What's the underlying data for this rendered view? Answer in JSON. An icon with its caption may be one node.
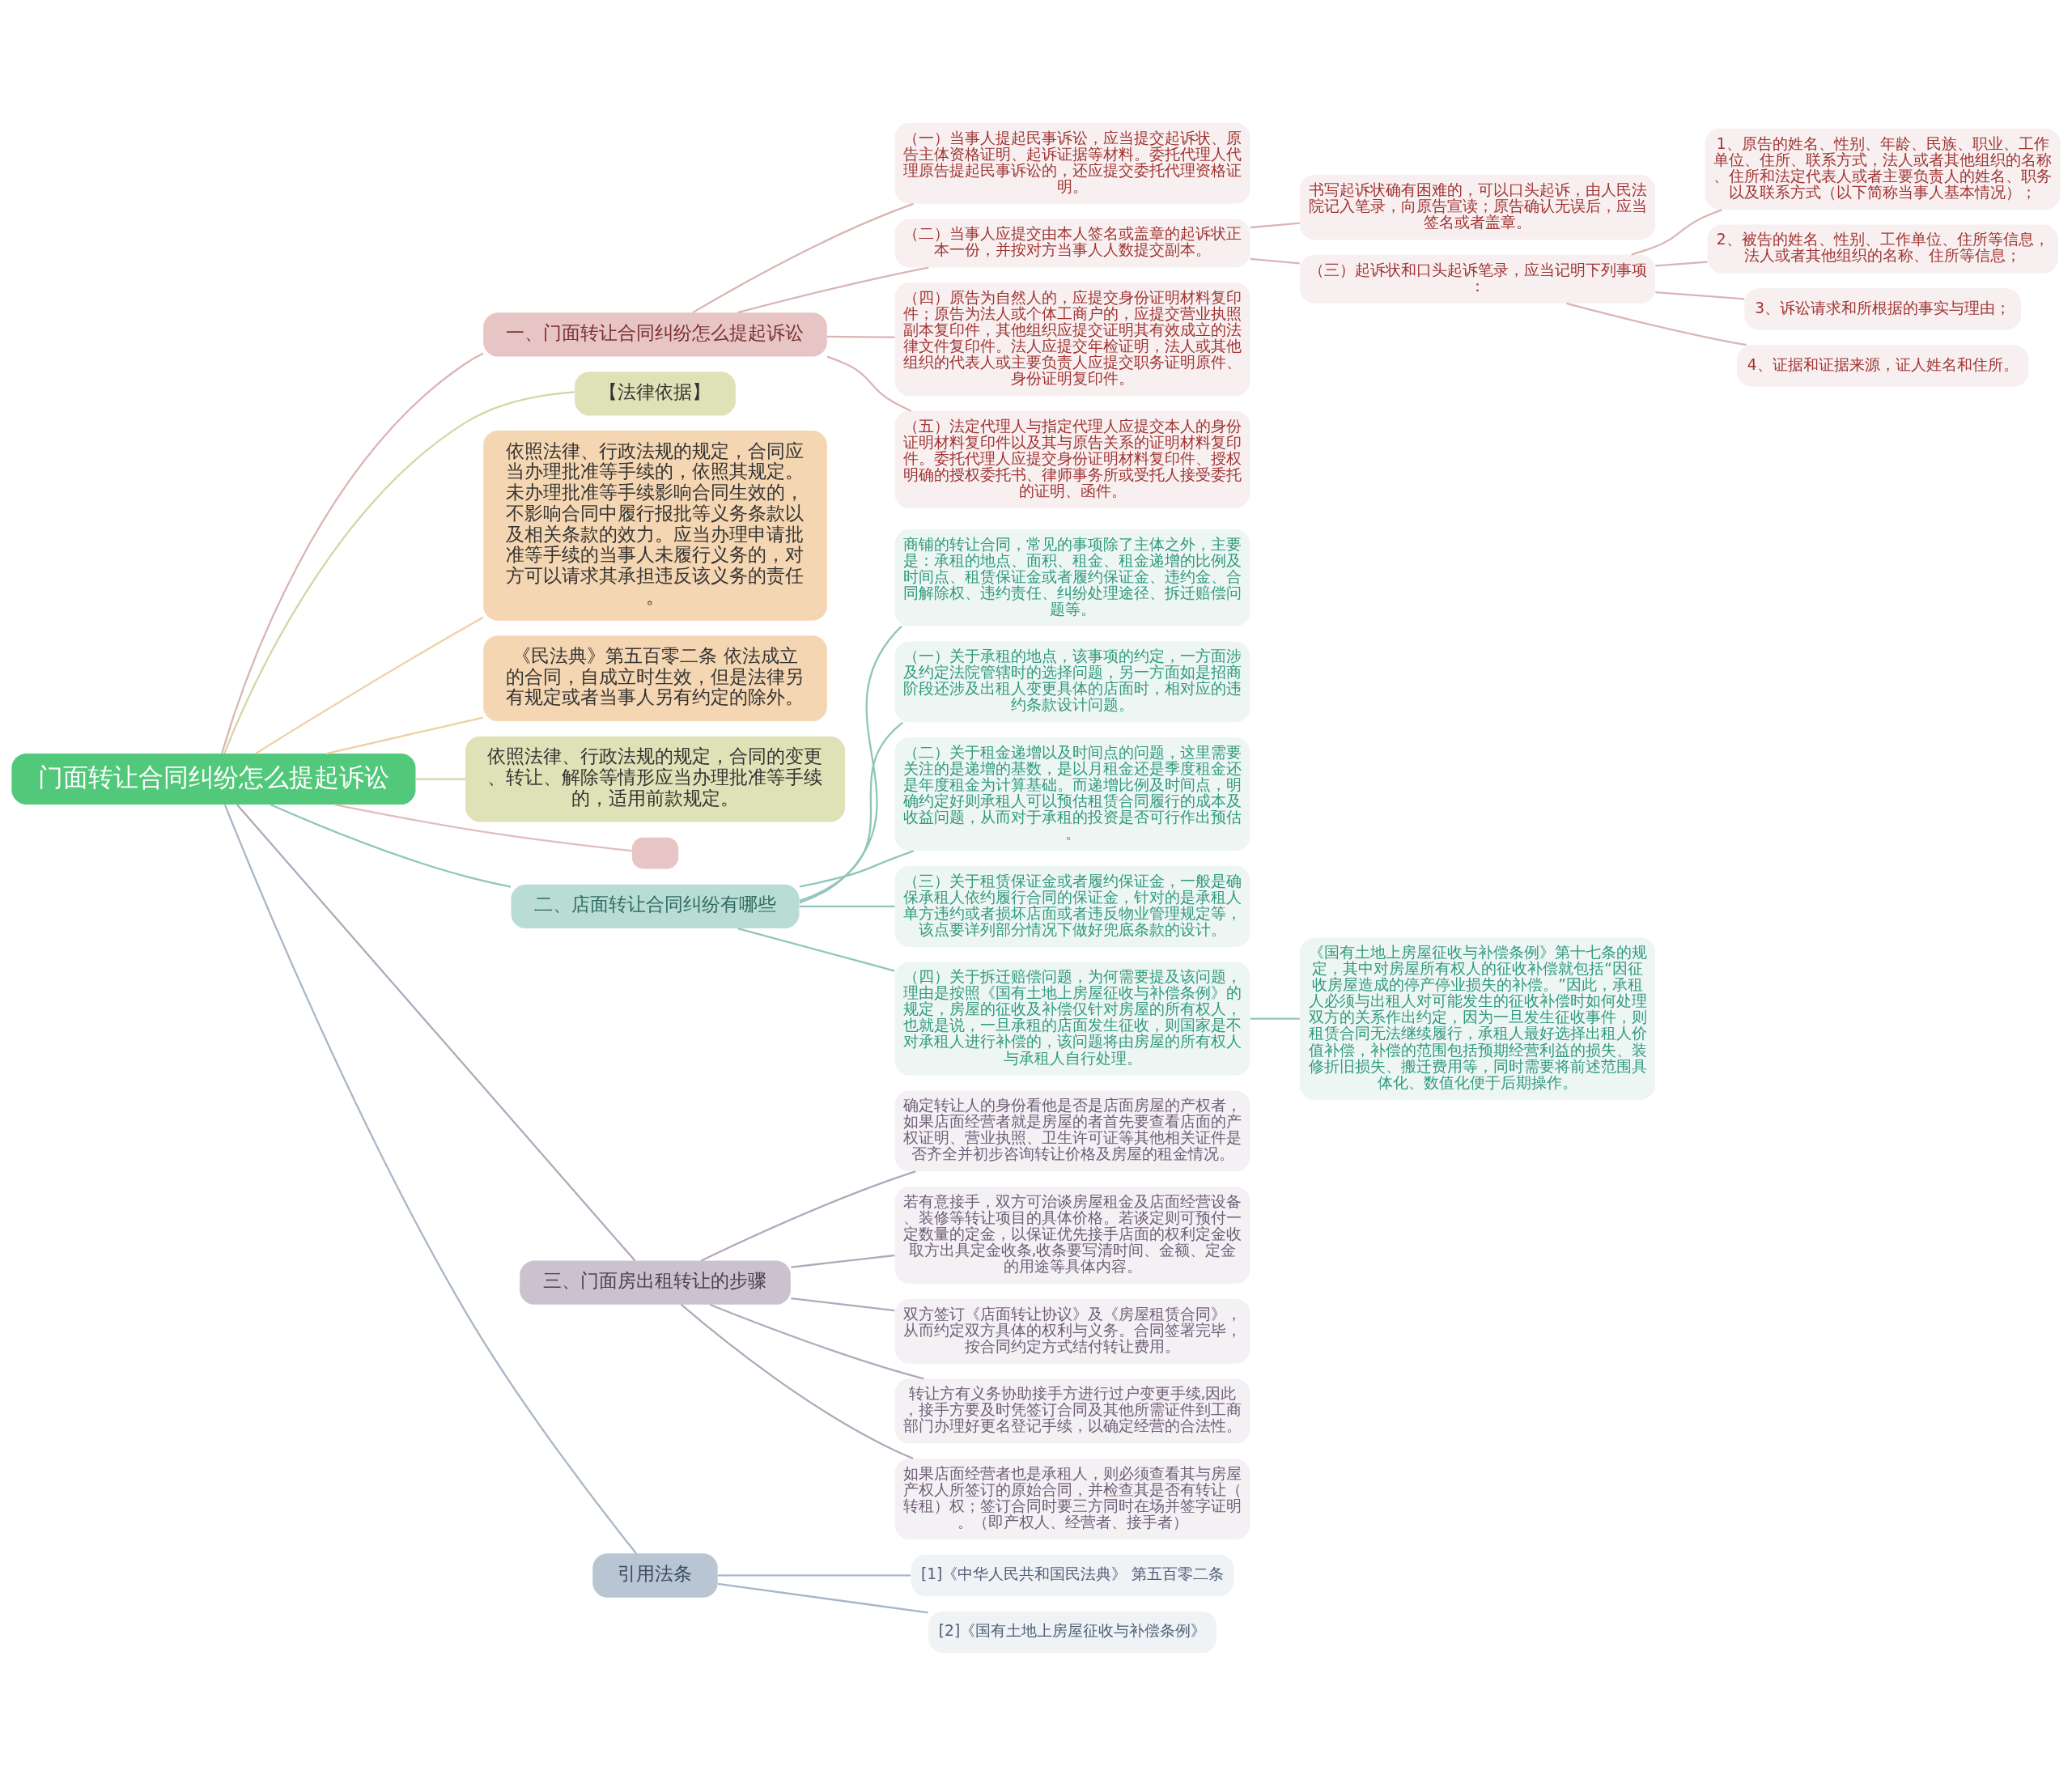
{
  "diagram": {
    "nodes": [
      {
        "text": [
          "门面转让合同纠纷怎么提起诉讼"
        ]
      },
      {
        "text": [
          "一、门面转让合同纠纷怎么提起诉讼"
        ]
      },
      {
        "text": [
          "（一）当事人提起民事诉讼，应当提交起诉状、原告主体资格证明、起诉证据等材料。委托代理人代理原告提起民事诉讼的，还应提交委托代理资格证明。"
        ]
      },
      {
        "text": [
          "（二）当事人应提交由本人签名或盖章的起诉状正本一份，并按对方当事人人数提交副本。"
        ]
      },
      {
        "text": [
          "书写起诉状确有困难的，可以口头起诉，由人民法院记入笔录，向原告宣读；原告确认无误后，应当签名或者盖章。"
        ]
      },
      {
        "text": [
          "（三）起诉状和口头起诉笔录，应当记明下列事项："
        ]
      },
      {
        "text": [
          "1、原告的姓名、性别、年龄、民族、职业、工作单位、住所、联系方式，法人或者其他组织的名称、住所和法定代表人或者主要负责人的姓名、职务以及联系方式（以下简称当事人基本情况）；"
        ]
      },
      {
        "text": [
          "2、被告的姓名、性别、工作单位、住所等信息，法人或者其他组织的名称、住所等信息；"
        ]
      },
      {
        "text": [
          "3、诉讼请求和所根据的事实与理由；"
        ]
      },
      {
        "text": [
          "4、证据和证据来源，证人姓名和住所。"
        ]
      },
      {
        "text": [
          "（四）原告为自然人的，应提交身份证明材料复印件；原告为法人或个体工商户的，应提交营业执照副本复印件，其他组织应提交证明其有效成立的法律文件复印件。法人应提交年检证明，法人或其他组织的代表人或主要负责人应提交职务证明原件、身份证明复印件。"
        ]
      },
      {
        "text": [
          "（五）法定代理人与指定代理人应提交本人的身份证明材料复印件以及其与原告关系的证明材料复印件。委托代理人应提交身份证明材料复印件、授权明确的授权委托书、律师事务所或受托人接受委托的证明、函件。"
        ]
      },
      {
        "text": [
          "【法律依据】"
        ]
      },
      {
        "text": [
          "依照法律、行政法规的规定，合同应当办理批准等手续的，依照其规定。未办理批准等手续影响合同生效的，不影响合同中履行报批等义务条款以及相关条款的效力。应当办理申请批准等手续的当事人未履行义务的，对方可以请求其承担违反该义务的责任。"
        ]
      },
      {
        "text": [
          "《民法典》第五百零二条 依法成立的合同，自成立时生效，但是法律另有规定或者当事人另有约定的除外。"
        ]
      },
      {
        "text": [
          "依照法律、行政法规的规定，合同的变更、转让、解除等情形应当办理批准等手续的，适用前款规定。"
        ]
      },
      {
        "text": [],
        "shape": "box"
      },
      {
        "text": [
          "二、店面转让合同纠纷有哪些"
        ]
      },
      {
        "text": [
          "商铺的转让合同，常见的事项除了主体之外，主要是：承租的地点、面积、租金、租金递增的比例及时间点、租赁保证金或者履约保证金、违约金、合同解除权、违约责任、纠纷处理途径、拆迁赔偿问题等。"
        ]
      },
      {
        "text": [
          "（一）关于承租的地点，该事项的约定，一方面涉及约定法院管辖时的选择问题，另一方面如是招商阶段还涉及出租人变更具体的店面时，相对应的违约条款设计问题。"
        ]
      },
      {
        "text": [
          "（二）关于租金递增以及时间点的问题，这里需要关注的是递增的基数，是以月租金还是季度租金还是年度租金为计算基础。而递增比例及时间点，明确约定好则承租人可以预估租赁合同履行的成本及收益问题，从而对于承租的投资是否可行作出预估。"
        ]
      },
      {
        "text": [
          "（三）关于租赁保证金或者履约保证金，一般是确保承租人依约履行合同的保证金，针对的是承租人单方违约或者损坏店面或者违反物业管理规定等，该点要详列部分情况下做好兜底条款的设计。"
        ]
      },
      {
        "text": [
          "（四）关于拆迁赔偿问题，为何需要提及该问题，理由是按照《国有土地上房屋征收与补偿条例》的规定，房屋的征收及补偿仅针对房屋的所有权人，也就是说，一旦承租的店面发生征收，则国家是不对承租人进行补偿的，该问题将由房屋的所有权人与承租人自行处理。"
        ]
      },
      {
        "text": [
          "《国有土地上房屋征收与补偿条例》第十七条的规定，其中对房屋所有权人的征收补偿就包括“因征收房屋造成的停产停业损失的补偿。”因此，承租人必须与出租人对可能发生的征收补偿时如何处理双方的关系作出约定，因为一旦发生征收事件，则租赁合同无法继续履行，承租人最好选择出租人价值补偿，补偿的范围包括预期经营利益的损失、装修折旧损失、搬迁费用等，同时需要将前述范围具体化、数值化便于后期操作。"
        ]
      },
      {
        "text": [
          "三、门面房出租转让的步骤"
        ]
      },
      {
        "text": [
          "确定转让人的身份看他是否是店面房屋的产权者，如果店面经营者就是房屋的者首先要查看店面的产权证明、营业执照、卫生许可证等其他相关证件是否齐全并初步咨询转让价格及房屋的租金情况。"
        ]
      },
      {
        "text": [
          "若有意接手，双方可治谈房屋租金及店面经营设备、装修等转让项目的具体价格。若谈定则可预付一定数量的定金，以保证优先接手店面的权利定金收取方出具定金收条,收条要写清时间、金额、定金的用途等具体内容。"
        ]
      },
      {
        "text": [
          "双方签订《店面转让协议》及《房屋租赁合同》，从而约定双方具体的权利与义务。合同签署完毕，按合同约定方式结付转让费用。"
        ]
      },
      {
        "text": [
          "转让方有义务协助接手方进行过户变更手续,因此，接手方要及时凭签订合同及其他所需证件到工商部门办理好更名登记手续，以确定经营的合法性。"
        ]
      },
      {
        "text": [
          "如果店面经营者也是承租人，则必须查看其与房屋产权人所签订的原始合同，并检查其是否有转让（转租）权；签订合同时要三方同时在场并签字证明。（即产权人、经营者、接手者）"
        ]
      },
      {
        "text": [
          "引用法条"
        ]
      },
      {
        "text": [
          "[1]《中华人民共和国民法典》 第五百零二条"
        ]
      },
      {
        "text": [
          "[2]《国有土地上房屋征收与补偿条例》"
        ]
      }
    ],
    "edges": [
      {
        "from": 0,
        "to": 1,
        "arrow": "none",
        "color": "#dcb4b4"
      },
      {
        "from": 1,
        "to": 2,
        "arrow": "none",
        "color": "#dcb4b4"
      },
      {
        "from": 1,
        "to": 3,
        "arrow": "none",
        "color": "#dcb4b4"
      },
      {
        "from": 3,
        "to": 4,
        "arrow": "none",
        "color": "#dcb4b4"
      },
      {
        "from": 3,
        "to": 5,
        "arrow": "none",
        "color": "#dcb4b4"
      },
      {
        "from": 5,
        "to": 6,
        "arrow": "none",
        "color": "#dcb4b4"
      },
      {
        "from": 5,
        "to": 7,
        "arrow": "none",
        "color": "#dcb4b4"
      },
      {
        "from": 5,
        "to": 8,
        "arrow": "none",
        "color": "#dcb4b4"
      },
      {
        "from": 5,
        "to": 9,
        "arrow": "none",
        "color": "#dcb4b4"
      },
      {
        "from": 1,
        "to": 10,
        "arrow": "none",
        "color": "#dcb4b4"
      },
      {
        "from": 1,
        "to": 11,
        "arrow": "none",
        "color": "#dcb4b4"
      },
      {
        "from": 0,
        "to": 12,
        "arrow": "none",
        "color": "#d3d6a4"
      },
      {
        "from": 0,
        "to": 13,
        "arrow": "none",
        "color": "#f0cfa6"
      },
      {
        "from": 0,
        "to": 14,
        "arrow": "none",
        "color": "#f0cfa6"
      },
      {
        "from": 0,
        "to": 15,
        "arrow": "none",
        "color": "#d3d6a4"
      },
      {
        "from": 0,
        "to": 16,
        "arrow": "none",
        "color": "#e4bcbc"
      },
      {
        "from": 0,
        "to": 17,
        "arrow": "none",
        "color": "#8fc6b9"
      },
      {
        "from": 17,
        "to": 18,
        "arrow": "none",
        "color": "#8fc6b9"
      },
      {
        "from": 17,
        "to": 19,
        "arrow": "none",
        "color": "#8fc6b9"
      },
      {
        "from": 17,
        "to": 20,
        "arrow": "none",
        "color": "#8fc6b9"
      },
      {
        "from": 17,
        "to": 21,
        "arrow": "none",
        "color": "#8fc6b9"
      },
      {
        "from": 17,
        "to": 22,
        "arrow": "none",
        "color": "#8fc6b9"
      },
      {
        "from": 22,
        "to": 23,
        "arrow": "none",
        "color": "#8fc6b9"
      },
      {
        "from": 0,
        "to": 24,
        "arrow": "none",
        "color": "#b3a8bb"
      },
      {
        "from": 24,
        "to": 25,
        "arrow": "none",
        "color": "#b3a8bb"
      },
      {
        "from": 24,
        "to": 26,
        "arrow": "none",
        "color": "#b3a8bb"
      },
      {
        "from": 24,
        "to": 27,
        "arrow": "none",
        "color": "#b3a8bb"
      },
      {
        "from": 24,
        "to": 28,
        "arrow": "none",
        "color": "#b3a8bb"
      },
      {
        "from": 24,
        "to": 29,
        "arrow": "none",
        "color": "#b3a8bb"
      },
      {
        "from": 0,
        "to": 30,
        "arrow": "none",
        "color": "#a9b6c6"
      },
      {
        "from": 30,
        "to": 31,
        "arrow": "none",
        "color": "#a9b6c6"
      },
      {
        "from": 30,
        "to": 32,
        "arrow": "none",
        "color": "#a9b6c6"
      }
    ]
  }
}
